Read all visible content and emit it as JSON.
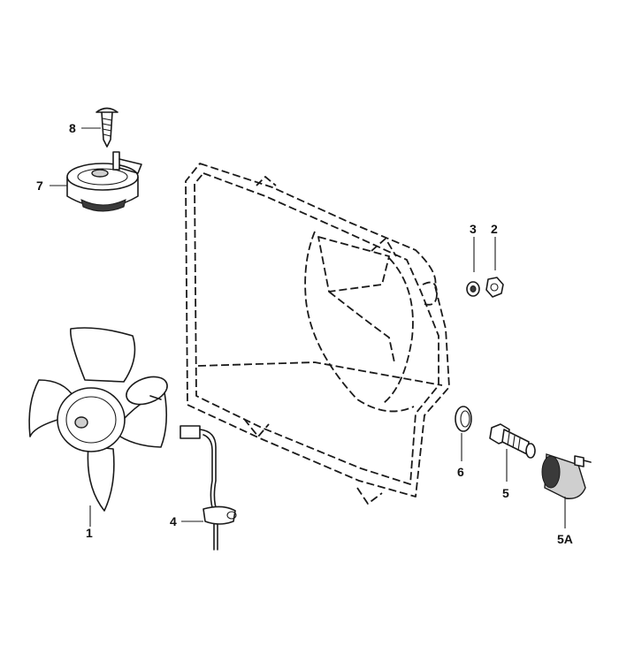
{
  "callouts": [
    {
      "id": "1",
      "text": "1"
    },
    {
      "id": "2",
      "text": "2"
    },
    {
      "id": "3",
      "text": "3"
    },
    {
      "id": "4",
      "text": "4"
    },
    {
      "id": "5",
      "text": "5"
    },
    {
      "id": "5A",
      "text": "5A"
    },
    {
      "id": "6",
      "text": "6"
    },
    {
      "id": "7",
      "text": "7"
    },
    {
      "id": "8",
      "text": "8"
    }
  ],
  "colors": {
    "ink": "#1a1a1a",
    "background": "#ffffff"
  }
}
